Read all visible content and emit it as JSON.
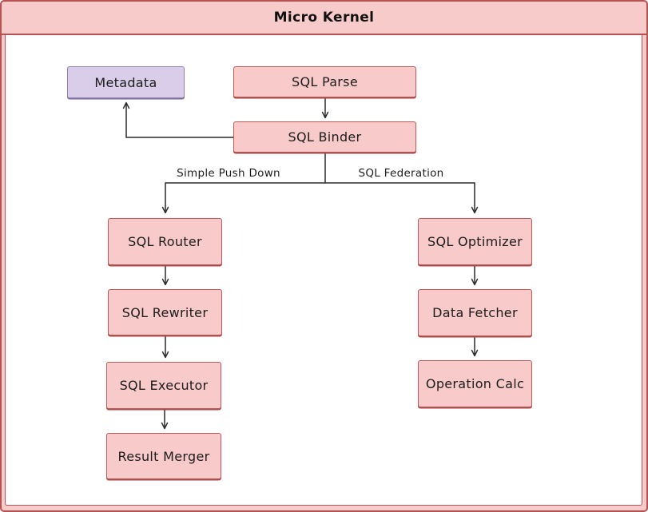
{
  "diagram": {
    "title": "Micro Kernel",
    "nodes": {
      "metadata": {
        "label": "Metadata"
      },
      "sql_parse": {
        "label": "SQL Parse"
      },
      "sql_binder": {
        "label": "SQL Binder"
      },
      "sql_router": {
        "label": "SQL Router"
      },
      "sql_rewriter": {
        "label": "SQL Rewriter"
      },
      "sql_executor": {
        "label": "SQL Executor"
      },
      "result_merger": {
        "label": "Result Merger"
      },
      "sql_optimizer": {
        "label": "SQL Optimizer"
      },
      "data_fetcher": {
        "label": "Data Fetcher"
      },
      "operation_calc": {
        "label": "Operation Calc"
      }
    },
    "edge_labels": {
      "simple_push_down": "Simple Push Down",
      "sql_federation": "SQL Federation"
    },
    "colors": {
      "container_fill": "#f8cbcb",
      "container_border": "#b65352",
      "node_fill": "#f9caca",
      "node_border": "#bd5a58",
      "node_edge_dark": "#a84a48",
      "metadata_fill": "#d9cdea",
      "metadata_border": "#9182b4",
      "metadata_edge_dark": "#7d6da3",
      "arrow_color": "#2a2a2a",
      "text_color": "#1c1c1c"
    }
  }
}
